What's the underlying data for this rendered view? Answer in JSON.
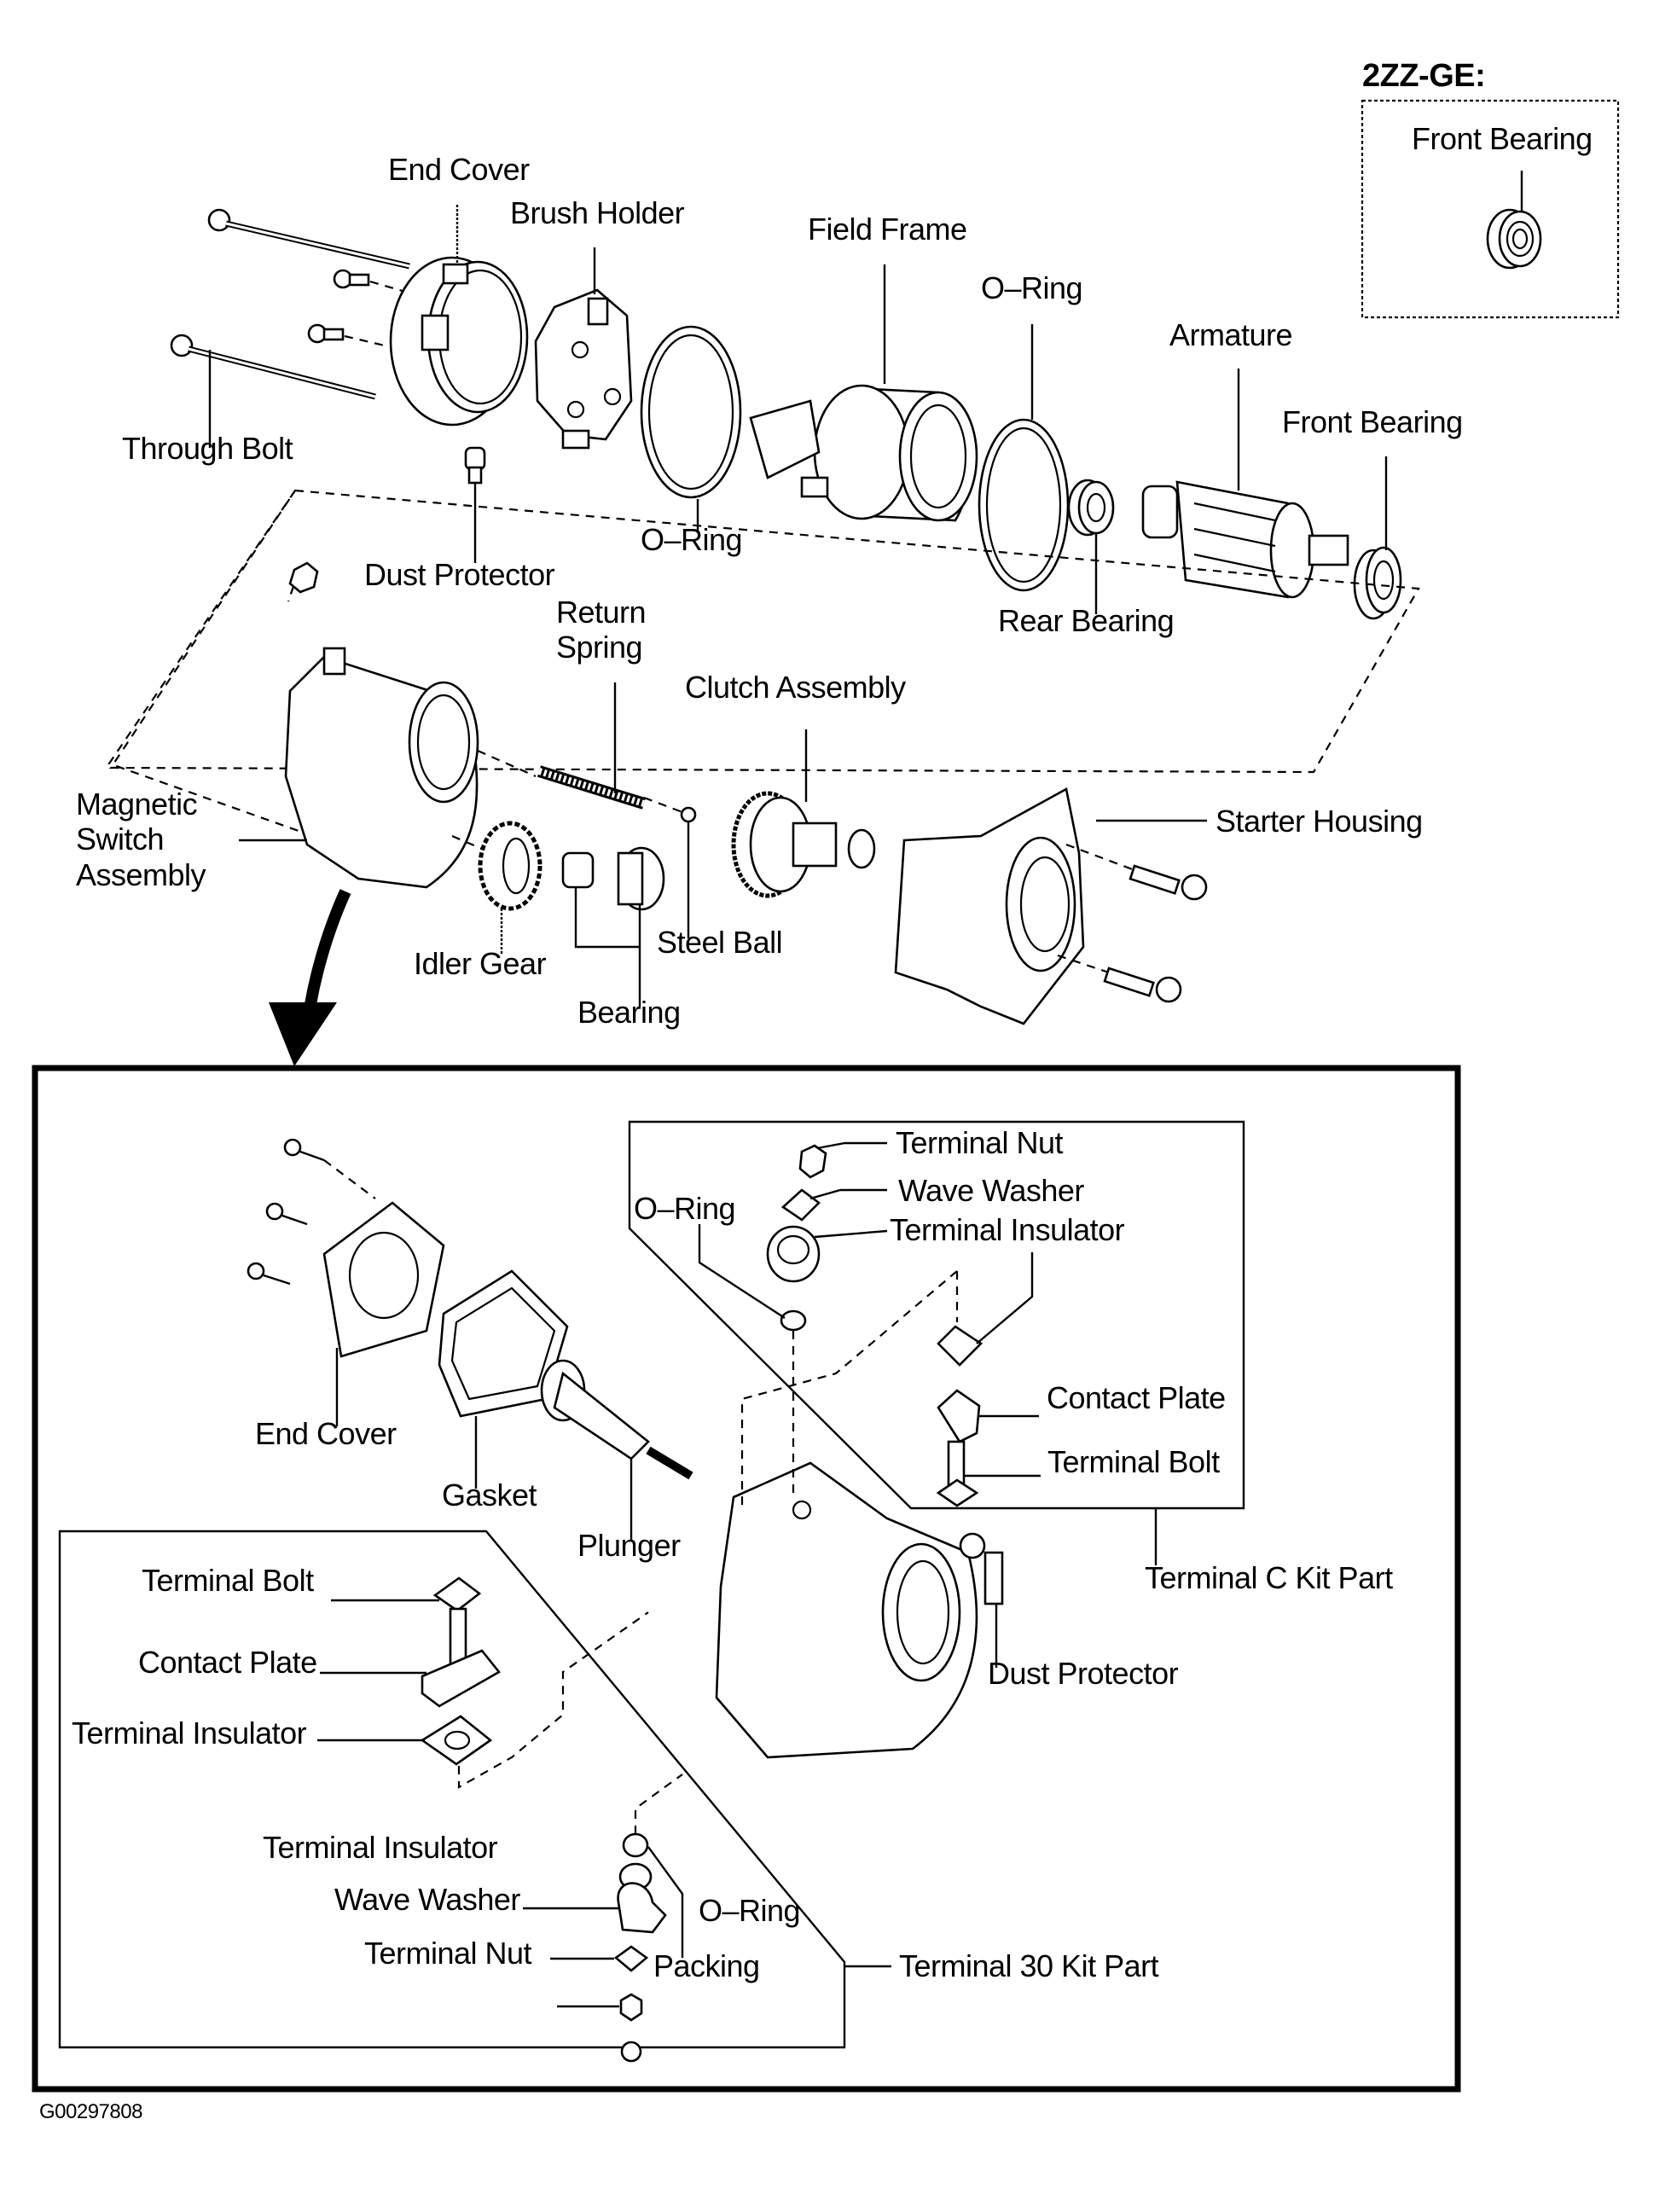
{
  "diagram": {
    "variant_label": "2ZZ-GE:",
    "figure_code": "G00297808",
    "inset": {
      "front_bearing": "Front Bearing"
    },
    "upper_assembly": {
      "end_cover": "End Cover",
      "brush_holder": "Brush Holder",
      "field_frame": "Field Frame",
      "o_ring_2": "O–Ring",
      "armature": "Armature",
      "front_bearing": "Front Bearing",
      "through_bolt": "Through Bolt",
      "o_ring_1": "O–Ring",
      "dust_protector": "Dust Protector",
      "rear_bearing": "Rear Bearing",
      "return_spring": "Return\nSpring",
      "clutch_assembly": "Clutch Assembly",
      "magnetic_switch_assembly": "Magnetic\nSwitch\nAssembly",
      "starter_housing": "Starter Housing",
      "idler_gear": "Idler Gear",
      "steel_ball": "Steel Ball",
      "bearing": "Bearing"
    },
    "magnetic_switch_detail": {
      "end_cover": "End Cover",
      "gasket": "Gasket",
      "plunger": "Plunger",
      "dust_protector": "Dust Protector",
      "terminal_c_kit": {
        "title": "Terminal C Kit Part",
        "terminal_nut": "Terminal Nut",
        "wave_washer": "Wave Washer",
        "o_ring": "O–Ring",
        "terminal_insulator": "Terminal Insulator",
        "contact_plate": "Contact Plate",
        "terminal_bolt": "Terminal Bolt"
      },
      "terminal_30_kit": {
        "title": "Terminal 30 Kit Part",
        "terminal_bolt": "Terminal Bolt",
        "contact_plate": "Contact Plate",
        "terminal_insulator_1": "Terminal Insulator",
        "terminal_insulator_2": "Terminal Insulator",
        "wave_washer": "Wave Washer",
        "terminal_nut": "Terminal Nut",
        "o_ring": "O–Ring",
        "packing": "Packing"
      }
    }
  }
}
